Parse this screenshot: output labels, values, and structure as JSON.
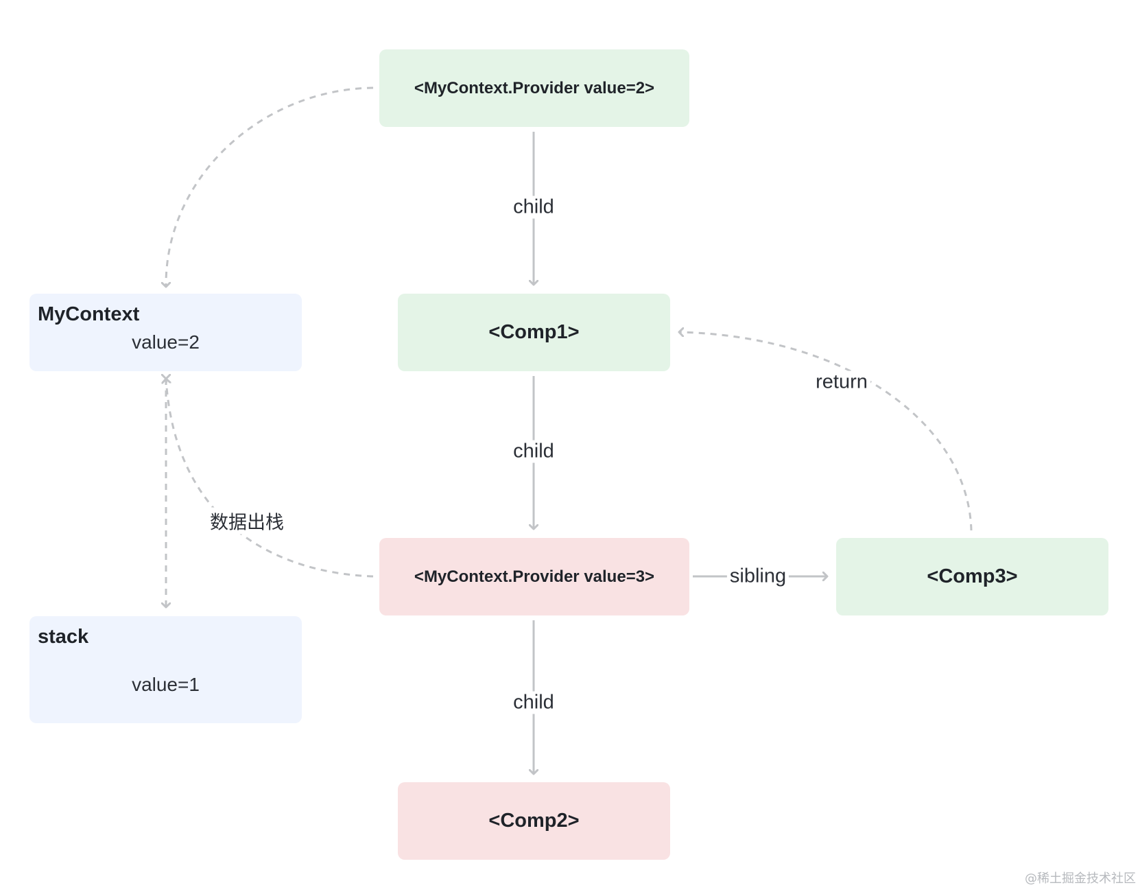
{
  "nodes": {
    "provider_top": {
      "label": "<MyContext.Provider value=2>"
    },
    "comp1": {
      "label": "<Comp1>"
    },
    "provider_mid": {
      "label": "<MyContext.Provider value=3>"
    },
    "comp2": {
      "label": "<Comp2>"
    },
    "comp3": {
      "label": "<Comp3>"
    },
    "mycontext": {
      "title": "MyContext",
      "value": "value=2"
    },
    "stack": {
      "title": "stack",
      "value": "value=1"
    }
  },
  "edges": {
    "child_1": "child",
    "child_2": "child",
    "child_3": "child",
    "sibling": "sibling",
    "return": "return",
    "pop": "数据出栈"
  },
  "colors": {
    "green": "#e4f4e7",
    "pink": "#f9e2e3",
    "blue": "#eff4fe",
    "line": "#c2c4c7"
  },
  "watermark": "@稀土掘金技术社区"
}
